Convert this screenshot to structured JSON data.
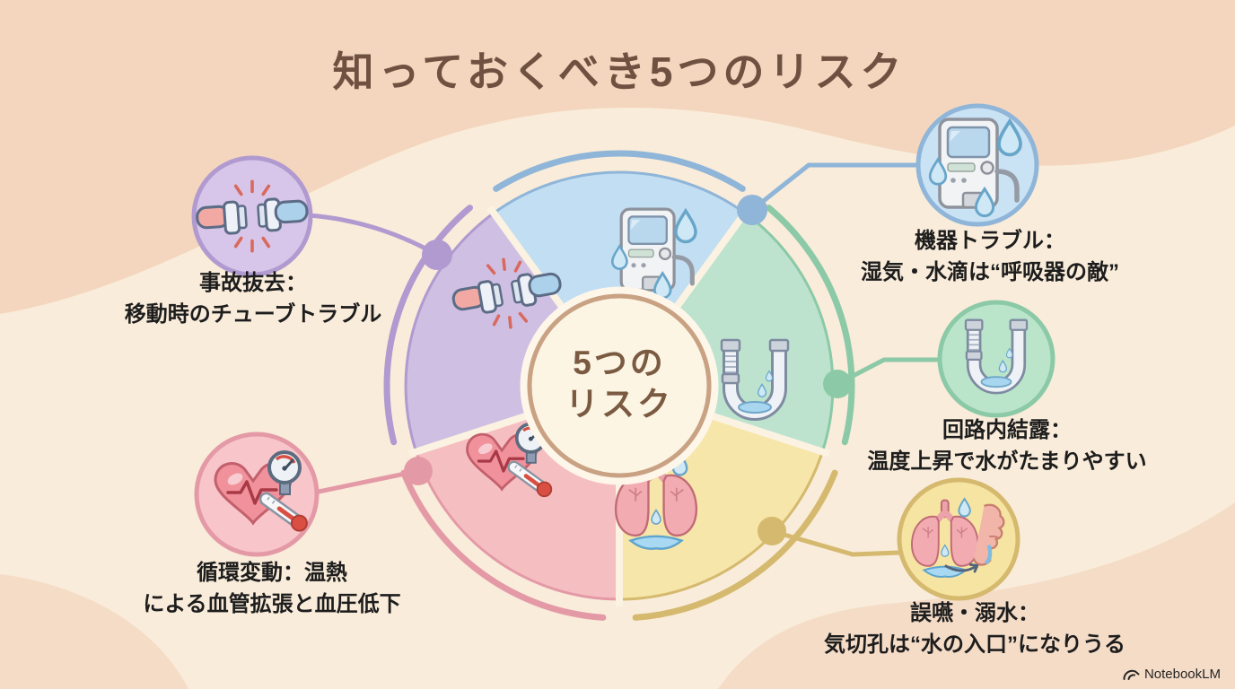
{
  "title": "知っておくべき5つのリスク",
  "center": {
    "line1": "5つの",
    "line2": "リスク"
  },
  "colors": {
    "background": "#f9ecda",
    "background_wave_top": "#f3d6bd",
    "background_wave_bottom": "#f5dcc7",
    "title_text": "#6e5140",
    "center_fill": "#fcf5e3",
    "center_border": "#c9a183",
    "center_halo": "#fdf6e9",
    "center_text": "#7b5a42",
    "label_text": "#1d1d1d",
    "divider": "#fbf2e1"
  },
  "segments": [
    {
      "id": "accidental-decannulation",
      "icon": "tube-disconnect-icon",
      "label_line1": "事故抜去：",
      "label_line2": "移動時のチューブトラブル",
      "fill": "#cfbfe3",
      "accent": "#b19ad0",
      "badge_fill": "#d7c6e9"
    },
    {
      "id": "equipment-trouble",
      "icon": "ventilator-icon",
      "label_line1": "機器トラブル：",
      "label_line2": "湿気・水滴は“呼吸器の敵”",
      "fill": "#c2def2",
      "accent": "#8fb5d8",
      "badge_fill": "#c9e2f4"
    },
    {
      "id": "circuit-condensation",
      "icon": "circuit-tube-icon",
      "label_line1": "回路内結露：",
      "label_line2": "温度上昇で水がたまりやすい",
      "fill": "#bde3cf",
      "accent": "#8bc9a7",
      "badge_fill": "#bae5cb"
    },
    {
      "id": "aspiration-drowning",
      "icon": "lungs-water-icon",
      "label_line1": "誤嚥・溺水：",
      "label_line2": "気切孔は“水の入口”になりうる",
      "fill": "#f6e6a9",
      "accent": "#d5b96e",
      "badge_fill": "#f6e4a2"
    },
    {
      "id": "circulatory-fluctuation",
      "icon": "heart-gauge-icon",
      "label_line1": "循環変動：温熱",
      "label_line2": "による血管拡張と血圧低下",
      "fill": "#f5bfc2",
      "accent": "#e49aa6",
      "badge_fill": "#f8c5ca"
    }
  ],
  "watermark": {
    "label": "NotebookLM",
    "icon": "notebooklm-logo"
  }
}
